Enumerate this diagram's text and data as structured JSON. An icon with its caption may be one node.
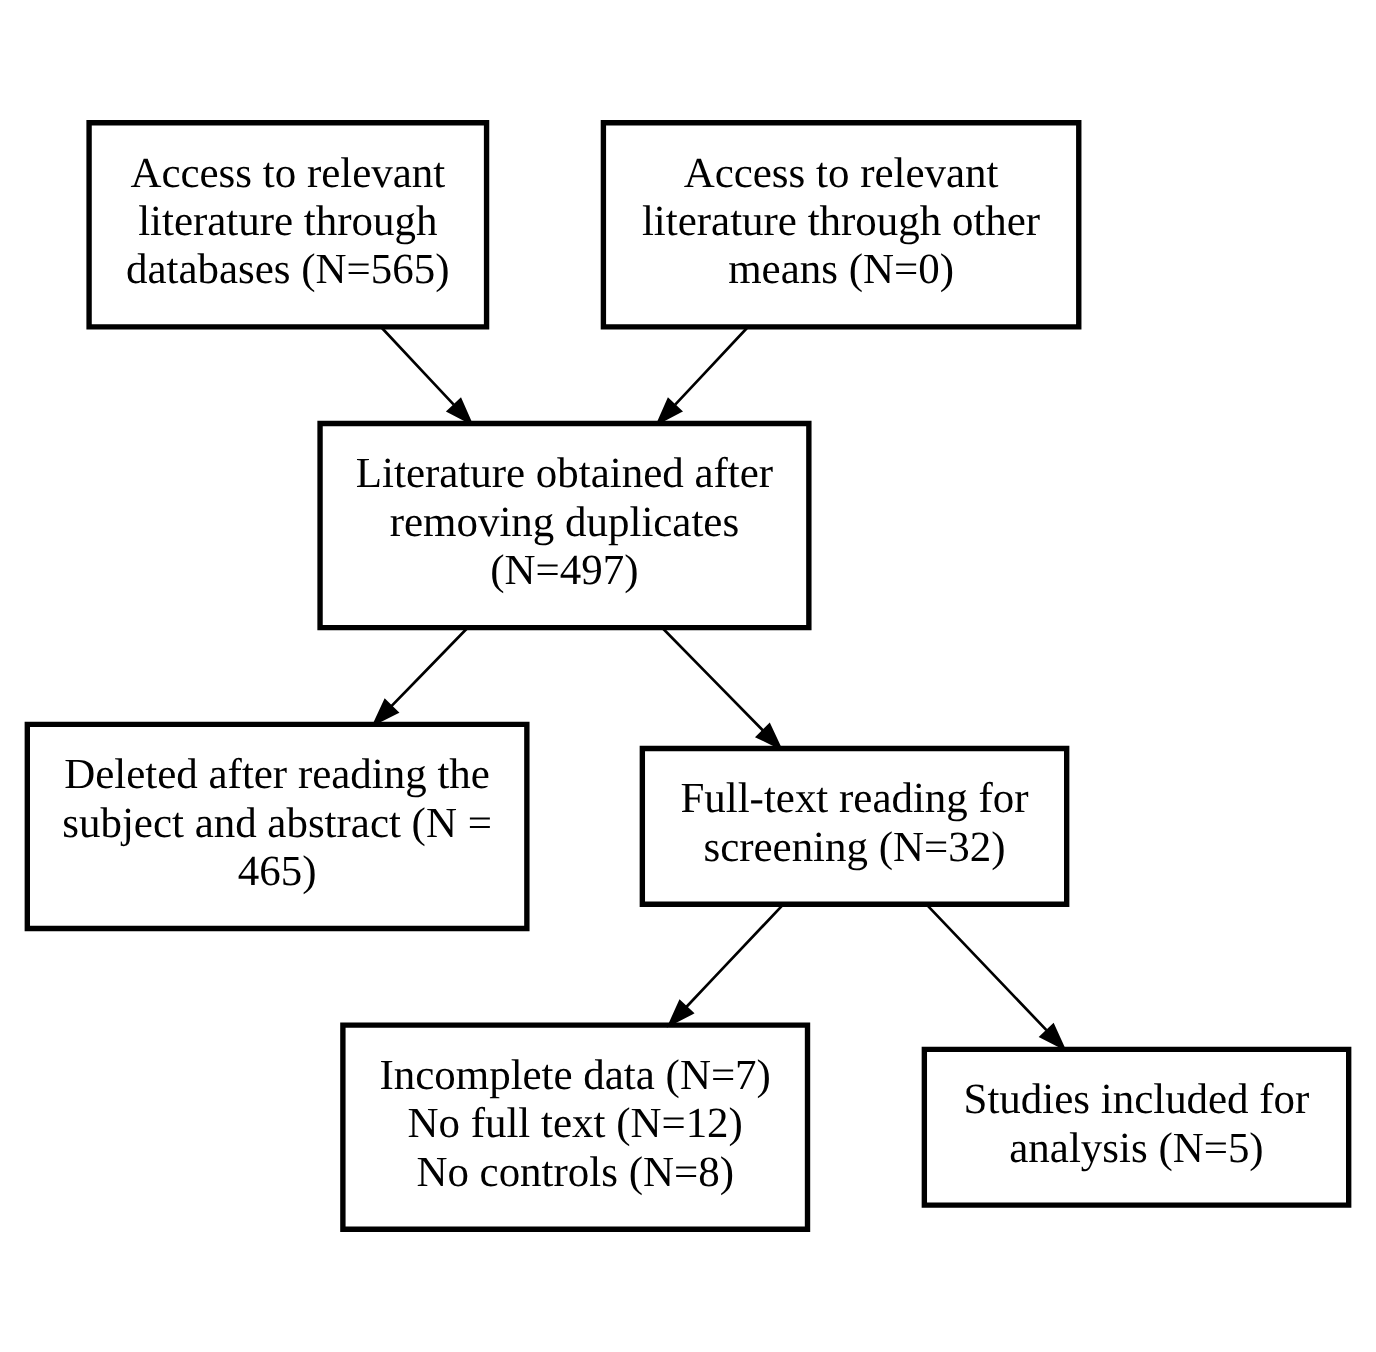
{
  "diagram": {
    "nodes": [
      {
        "text": [
          "Access to relevant literature through databases (N=565)"
        ]
      },
      {
        "text": [
          "Access to relevant literature through other means (N=0)"
        ]
      },
      {
        "text": [
          "Literature obtained after removing duplicates (N=497)"
        ]
      },
      {
        "text": [
          "Deleted after reading the subject and abstract (N = 465)"
        ]
      },
      {
        "text": [
          "Full-text reading for screening (N=32)"
        ]
      },
      {
        "text": [
          "Incomplete data (N=7)",
          "No full text (N=12)",
          "No controls (N=8)"
        ]
      },
      {
        "text": [
          "Studies included for analysis (N=5)"
        ]
      }
    ],
    "edges": [
      {
        "from": 0,
        "to": 2,
        "arrow": "to"
      },
      {
        "from": 1,
        "to": 2,
        "arrow": "to"
      },
      {
        "from": 2,
        "to": 4,
        "arrow": "to"
      },
      {
        "from": 2,
        "to": 3,
        "arrow": "to"
      },
      {
        "from": 4,
        "to": 6,
        "arrow": "to"
      },
      {
        "from": 4,
        "to": 5,
        "arrow": "to"
      }
    ]
  }
}
